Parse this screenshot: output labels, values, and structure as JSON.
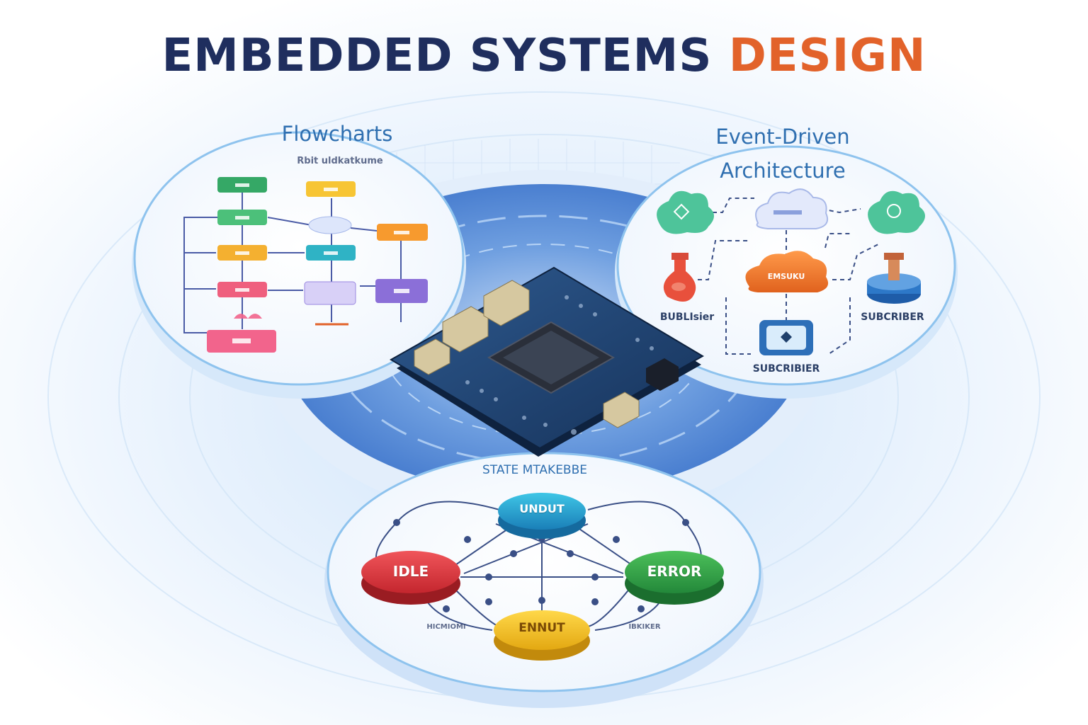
{
  "title": {
    "part1": "EMBEDDED SYSTEMS ",
    "part2": "DESIGN"
  },
  "colors": {
    "title_dark": "#1f2e5e",
    "title_accent": "#e2622a",
    "section_title": "#2f6fb0",
    "circle_border": "#8ec3ee",
    "board": "#1e3f6b"
  },
  "flowcharts": {
    "title": "Flowcharts",
    "subtitle": "Rbit uldkatkume"
  },
  "event_driven": {
    "title_line1": "Event-Driven",
    "title_line2": "Architecture",
    "publisher_label": "BUBLIsier",
    "subscriber_right_label": "SUBCRIBER",
    "subscriber_bottom_label": "SUBCRIBIER",
    "hub_label": "EMSUKU"
  },
  "state_machine": {
    "title": "STATE MTAKEBBE",
    "states": {
      "top": "UNDUT",
      "left": "IDLE",
      "right": "ERROR",
      "bottom": "ENNUT"
    },
    "annotation_left": "HICMIOMI",
    "annotation_right": "IBKIKER"
  },
  "icons": {
    "microcontroller": "microcontroller-board-icon",
    "cloud": "cloud-icon",
    "flask": "flask-icon",
    "sensor": "sensor-icon",
    "device": "device-icon"
  }
}
